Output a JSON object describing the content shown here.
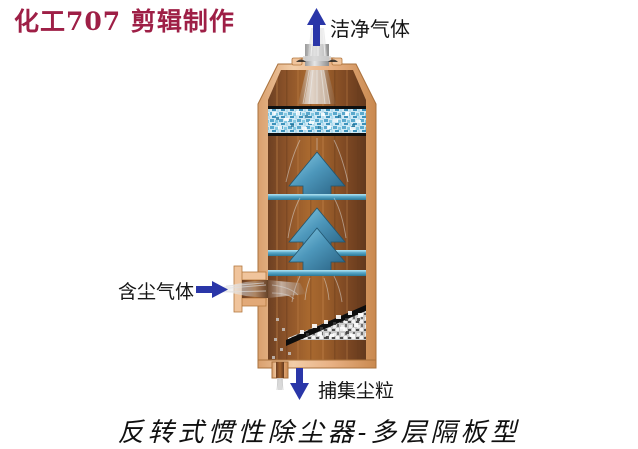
{
  "watermark": {
    "text": "化工707 剪辑制作",
    "color": "#9e1f46"
  },
  "labels": {
    "clean_gas": "洁净气体",
    "dusty_gas": "含尘气体",
    "collected_dust": "捕集尘粒"
  },
  "caption": {
    "text": "反转式惯性除尘器-多层隔板型"
  },
  "colors": {
    "wall": "#e8b184",
    "wall_light": "#f0c9a4",
    "wall_shadow": "#c98a55",
    "interior_dark": "#7c4a27",
    "interior_mid": "#96592c",
    "interior_light": "#b8朽",
    "arrow_blue": "#2a36a8",
    "baffle_blue": "#5fa8c8",
    "baffle_blue_dark": "#2d7694",
    "filter_blue": "#7cc4e0",
    "dust_gray": "#d8d8d8",
    "dust_dark": "#585858",
    "outline_black": "#0d0d0d",
    "background": "#ffffff",
    "text": "#151515"
  },
  "diagram": {
    "title": "反转式惯性除尘器-多层隔板型",
    "equipment_type": "inertial-dust-collector",
    "flow_arrows": [
      {
        "name": "clean-gas-outlet",
        "direction": "up",
        "label": "洁净气体"
      },
      {
        "name": "dusty-gas-inlet",
        "direction": "right",
        "label": "含尘气体"
      },
      {
        "name": "dust-discharge",
        "direction": "down",
        "label": "捕集尘粒"
      }
    ],
    "components": [
      {
        "name": "outlet-neck",
        "label": "洁净气体"
      },
      {
        "name": "filter-layer",
        "label": ""
      },
      {
        "name": "baffle-stage-1",
        "label": ""
      },
      {
        "name": "baffle-stage-2",
        "label": ""
      },
      {
        "name": "baffle-stage-3",
        "label": ""
      },
      {
        "name": "inlet-nozzle",
        "label": "含尘气体"
      },
      {
        "name": "dust-hopper",
        "label": ""
      },
      {
        "name": "dust-outlet-pipe",
        "label": "捕集尘粒"
      }
    ],
    "baffle_count": 3
  }
}
